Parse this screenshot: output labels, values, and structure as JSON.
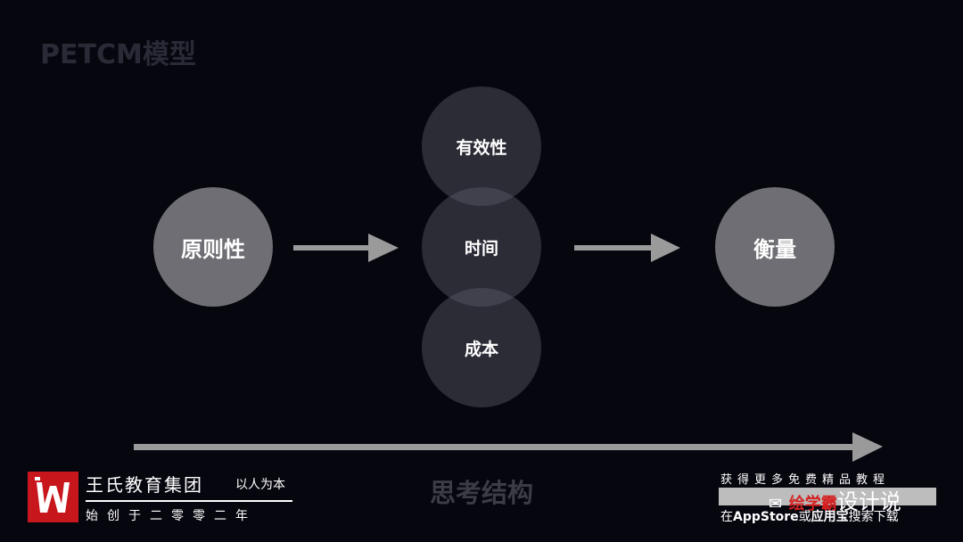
{
  "title": "PETCM模型",
  "nodes": {
    "principle": "原则性",
    "effectiveness": "有效性",
    "time": "时间",
    "cost": "成本",
    "measure": "衡量"
  },
  "bottom_label": "思考结构",
  "brand": {
    "name": "王氏教育集团",
    "slogan": "以人为本",
    "founded": "始创于二零零二年"
  },
  "promo": {
    "top": "获得更多免费精品教程",
    "watermark_red": "绘学霸",
    "watermark_text": "设计说",
    "bottom_prefix": "在",
    "bottom_app1": "AppStore",
    "bottom_mid": "或",
    "bottom_app2": "应用宝",
    "bottom_suffix": "搜索下载"
  },
  "colors": {
    "background": "#06060f",
    "node_fill": "#6e6e74",
    "arrow": "#9a9a9a",
    "brand_red": "#c8161d"
  }
}
